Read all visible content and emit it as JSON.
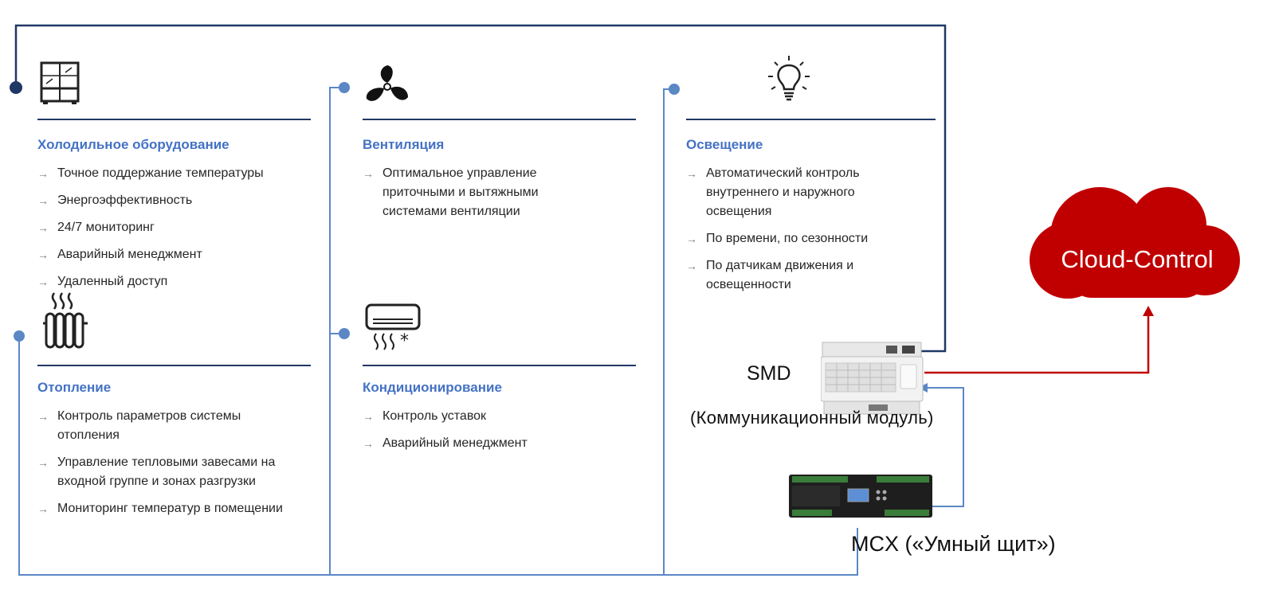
{
  "colors": {
    "navy": "#1f3864",
    "blue": "#4472c4",
    "line_blue": "#5b87c5",
    "red": "#c00000",
    "text": "#262626"
  },
  "sections": {
    "refrigeration": {
      "icon": "display-case-icon",
      "title": "Холодильное оборудование",
      "items": [
        "Точное поддержание температуры",
        "Энергоэффективность",
        "24/7 мониторинг",
        "Аварийный менеджмент",
        "Удаленный доступ"
      ]
    },
    "ventilation": {
      "icon": "fan-icon",
      "title": "Вентиляция",
      "items": [
        "Оптимальное управление приточными и вытяжными системами вентиляции"
      ]
    },
    "lighting": {
      "icon": "light-bulb-icon",
      "title": "Освещение",
      "items": [
        "Автоматический контроль внутреннего и наружного освещения",
        "По времени, по сезонности",
        "По датчикам движения и освещенности"
      ]
    },
    "heating": {
      "icon": "radiator-icon",
      "title": "Отопление",
      "items": [
        "Контроль параметров системы отопления",
        "Управление тепловыми завесами на входной группе и зонах разгрузки",
        "Мониторинг температур в помещении"
      ]
    },
    "ac": {
      "icon": "air-conditioner-icon",
      "title": "Кондиционирование",
      "items": [
        "Контроль уставок",
        "Аварийный менеджмент"
      ]
    }
  },
  "devices": {
    "smd": {
      "name": "SMD",
      "description": "(Коммуникационный  модуль)"
    },
    "mcx": {
      "name": "MCX («Умный щит»)"
    }
  },
  "cloud": {
    "label": "Cloud-Control"
  },
  "bullet_arrow": "→"
}
